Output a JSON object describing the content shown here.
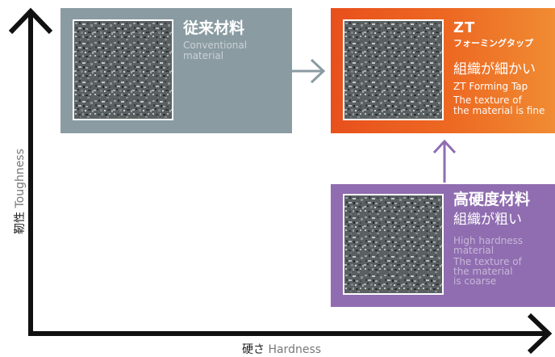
{
  "axes": {
    "y_label_jp": "靭性",
    "y_label_en": "Toughness",
    "x_label_jp": "硬さ",
    "x_label_en": "Hardness"
  },
  "conventional": {
    "title_jp": "従来材料",
    "title_en_line1": "Conventional",
    "title_en_line2": "material",
    "color": "#8a9ba2"
  },
  "zt": {
    "logo": "ZT",
    "brand_jp": "フォーミングタップ",
    "desc_jp": "組織が細かい",
    "name_en": "ZT Forming Tap",
    "desc_en_line1": "The texture of",
    "desc_en_line2": "the material is fine",
    "color_start": "#e8501c",
    "color_end": "#f08c33"
  },
  "high_hardness": {
    "title_jp": "高硬度材料",
    "desc_jp": "組織が粗い",
    "en_line1": "High hardness",
    "en_line2": "material",
    "en_line3": "The texture of",
    "en_line4": "the material",
    "en_line5": "is coarse",
    "color": "#8f6db0"
  },
  "colors": {
    "axis": "#111111",
    "arrow_gray": "#8a9ba2",
    "arrow_purple": "#8f6db0"
  },
  "icons": {
    "arrow_right": "arrow-right-icon",
    "arrow_up": "arrow-up-icon"
  }
}
